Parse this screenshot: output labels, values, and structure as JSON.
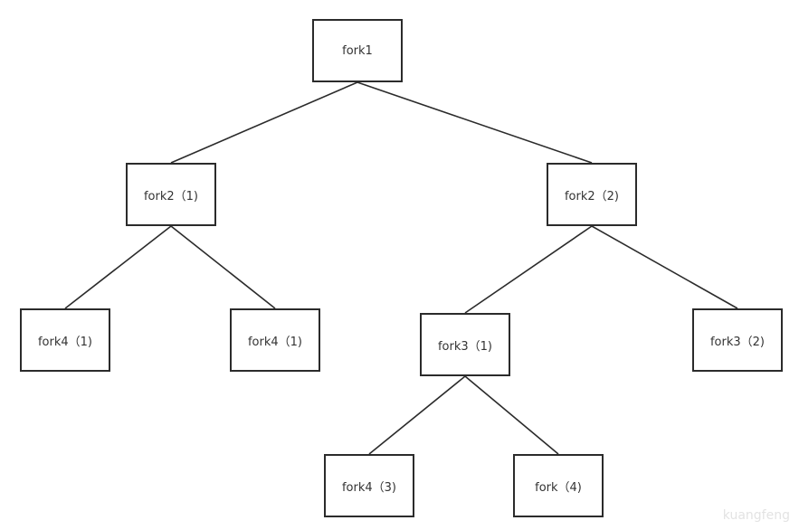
{
  "nodes": [
    {
      "id": "n1",
      "label": "fork1"
    },
    {
      "id": "n2a",
      "label": "fork2（1)"
    },
    {
      "id": "n2b",
      "label": "fork2（2)"
    },
    {
      "id": "n4a",
      "label": "fork4（1)"
    },
    {
      "id": "n4b",
      "label": "fork4（1)"
    },
    {
      "id": "n3a",
      "label": "fork3（1)"
    },
    {
      "id": "n3b",
      "label": "fork3（2)"
    },
    {
      "id": "n4c",
      "label": "fork4（3)"
    },
    {
      "id": "n5",
      "label": "fork（4)"
    }
  ],
  "edges": [
    {
      "from": "n1",
      "to": "n2a"
    },
    {
      "from": "n1",
      "to": "n2b"
    },
    {
      "from": "n2a",
      "to": "n4a"
    },
    {
      "from": "n2a",
      "to": "n4b"
    },
    {
      "from": "n2b",
      "to": "n3a"
    },
    {
      "from": "n2b",
      "to": "n3b"
    },
    {
      "from": "n3a",
      "to": "n4c"
    },
    {
      "from": "n3a",
      "to": "n5"
    }
  ],
  "watermark": "kuangfeng"
}
